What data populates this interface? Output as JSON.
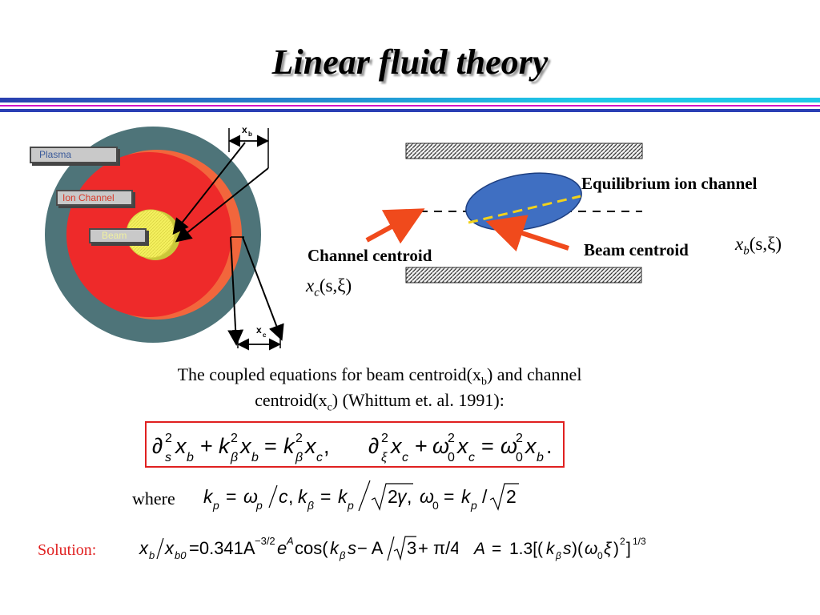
{
  "slide": {
    "title": "Linear fluid theory"
  },
  "diagram_left": {
    "plasma_label": "Plasma",
    "ion_channel_label": "Ion Channel",
    "beam_label": "Beam",
    "xb_label": "x",
    "xb_sub": "b",
    "xc_label": "x",
    "xc_sub": "c"
  },
  "diagram_right": {
    "equilibrium_label": "Equilibrium ion channel",
    "channel_centroid_label": "Channel centroid",
    "beam_centroid_label": "Beam centroid",
    "xc_expr": "x",
    "xc_sub": "c",
    "xc_args": "(s,ξ)",
    "xb_expr": "x",
    "xb_sub": "b",
    "xb_args": "(s,ξ)"
  },
  "text": {
    "line1_a": "The coupled equations for beam centroid(x",
    "line1_sub": "b",
    "line1_b": ") and channel",
    "line2_a": "centroid(x",
    "line2_sub": "c",
    "line2_b": ") (Whittum et. al. 1991):",
    "where": "where",
    "solution": "Solution:"
  },
  "colors": {
    "title_shadow": "#9a9a9a",
    "plasma": "#4e7479",
    "ion_channel": "#ee2a2a",
    "channel_offset": "#f2663c",
    "beam": "#f4f05e",
    "beam_ellipse": "#3f6fc2",
    "arrow": "#f04a1c",
    "dashed_yellow": "#f2d21a",
    "box_border": "#e02020",
    "solution_label": "#e02020"
  }
}
